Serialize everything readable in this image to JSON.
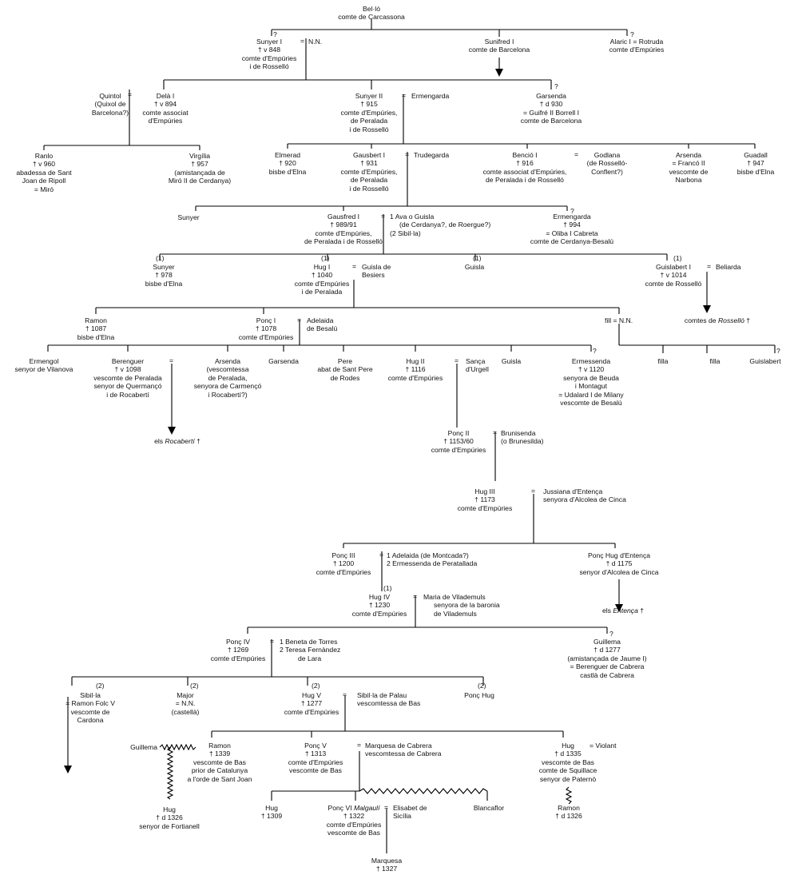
{
  "people": {
    "bello": [
      "Bel·ló",
      "comte de Carcassona"
    ],
    "sunyer1": [
      "Sunyer I",
      "† v 848",
      "comte d'Empúries",
      "i de Rosselló"
    ],
    "nn1": [
      "N.N."
    ],
    "sunifred1": [
      "Sunifred I",
      "comte de Barcelona"
    ],
    "alaric1": [
      "Alaric I = Rotruda",
      "comte d'Empúries"
    ],
    "quintol": [
      "Quintol",
      "(Quixol de",
      "Barcelona?)"
    ],
    "dela1": [
      "Delà I",
      "† v 894",
      "comte associat",
      "d'Empúries"
    ],
    "sunyer2": [
      "Sunyer II",
      "† 915",
      "comte d'Empúries,",
      "de Peralada",
      "i de Rosselló"
    ],
    "ermengarda1": [
      "Ermengarda"
    ],
    "garsenda1": [
      "Garsenda",
      "† d 930",
      "= Guifré II Borrell I",
      "comte de Barcelona"
    ],
    "ranlo": [
      "Ranlo",
      "† v 960",
      "abadessa de Sant",
      "Joan de Ripoll",
      "= Miró"
    ],
    "virgilia": [
      "Virgília",
      "† 957",
      "(amistançada de",
      "Miró II de Cerdanya)"
    ],
    "elmerad": [
      "Elmerad",
      "† 920",
      "bisbe d'Elna"
    ],
    "gausbert1": [
      "Gausbert I",
      "† 931",
      "comte d'Empúries,",
      "de Peralada",
      "i de Rosselló"
    ],
    "trudegarda": [
      "Trudegarda"
    ],
    "bencio1": [
      "Benció I",
      "† 916",
      "comte associat d'Empúries,",
      "de Peralada i de Rosselló"
    ],
    "godlana": [
      "Godlana",
      "(de Rosselló-",
      "Conflent?)"
    ],
    "arsenda1": [
      "Arsenda",
      "= Francó II",
      "vescomte de",
      "Narbona"
    ],
    "guadall": [
      "Guadall",
      "† 947",
      "bisbe d'Elna"
    ],
    "sunyer3": [
      "Sunyer"
    ],
    "gausfred1": [
      "Gausfred I",
      "† 989/91",
      "comte d'Empúries,",
      "de Peralada i de Rosselló"
    ],
    "ava": [
      "1 Ava o Guisla",
      "(de Cerdanya?, de Roergue?)",
      "(2 Sibil·la)"
    ],
    "ermengarda2": [
      "Ermengarda",
      "† 994",
      "= Oliba I Cabreta",
      "comte de Cerdanya-Besalú"
    ],
    "sunyer4": [
      "Sunyer",
      "† 978",
      "bisbe d'Elna"
    ],
    "hug1": [
      "Hug I",
      "† 1040",
      "comte d'Empúries",
      "i de Peralada"
    ],
    "guisla_besiers": [
      "Guisla de",
      "Besiers"
    ],
    "guisla1": [
      "Guisla"
    ],
    "guislabert1": [
      "Guislabert I",
      "† v 1014",
      "comte de Rosselló"
    ],
    "beliarda": [
      "Beliarda"
    ],
    "comtes_rossello": "comtes de <i>Rosselló</i> †",
    "ramon1": [
      "Ramon",
      "† 1087",
      "bisbe d'Elna"
    ],
    "ponc1": [
      "Ponç I",
      "† 1078",
      "comte d'Empúries"
    ],
    "adelaida_besalu": [
      "Adelaida",
      "de Besalú"
    ],
    "fill": [
      "fill = N.N."
    ],
    "ermengol": [
      "Ermengol",
      "senyor de Vilanova"
    ],
    "berenguer1": [
      "Berenguer",
      "† v 1098",
      "vescomte de Peralada",
      "senyor de Quermançó",
      "i de Rocabertí"
    ],
    "arsenda2": [
      "Arsenda",
      "(vescomtessa",
      "de Peralada,",
      "senyora de Carmençó",
      "i Rocabertí?)"
    ],
    "garsenda2": [
      "Garsenda"
    ],
    "pere": [
      "Pere",
      "abat de Sant Pere",
      "de Rodes"
    ],
    "hug2": [
      "Hug II",
      "† 1116",
      "comte d'Empúries"
    ],
    "sanca": [
      "Sança",
      "d'Urgell"
    ],
    "guisla2": [
      "Guisla"
    ],
    "ermessenda": [
      "Ermessenda",
      "† v 1120",
      "senyora de Beuda",
      "i Montagut",
      "= Udalard I de Milany",
      "vescomte de Besalú"
    ],
    "filla1": [
      "filla"
    ],
    "filla2": [
      "filla"
    ],
    "guislabert2": [
      "Guislabert"
    ],
    "rocaberti": "els <i>Rocabertí</i> †",
    "ponc2": [
      "Ponç II",
      "† 1153/60",
      "comte d'Empúries"
    ],
    "brunisenda": [
      "Brunisenda",
      "(o Brunesilda)"
    ],
    "hug3": [
      "Hug III",
      "† 1173",
      "comte d'Empúries"
    ],
    "jussiana": [
      "Jussiana d'Entença",
      "senyora d'Alcolea de Cinca"
    ],
    "ponc3": [
      "Ponç III",
      "† 1200",
      "comte d'Empúries"
    ],
    "adelaida_montcada": [
      "1 Adelaida (de Montcada?)",
      "2 Ermessenda de Peratallada"
    ],
    "ponchug_entenca": [
      "Ponç Hug d'Entença",
      "† d 1175",
      "senyor d'Alcolea de Cinca"
    ],
    "entenca": "els <i>Entença</i> †",
    "hug4": [
      "Hug IV",
      "† 1230",
      "comte d'Empúries"
    ],
    "maria": [
      "Maria de Vilademuls",
      "senyora de la baronia",
      "de Vilademuls"
    ],
    "ponc4": [
      "Ponç IV",
      "† 1269",
      "comte d'Empúries"
    ],
    "beneta": [
      "1 Beneta de Torres",
      "2 Teresa Fernàndez",
      "de Lara"
    ],
    "guillema1": [
      "Guillema",
      "† d 1277",
      "(amistançada de Jaume I)",
      "= Berenguer de Cabrera",
      "castlà de Cabrera"
    ],
    "sibilla": [
      "Sibil·la",
      "= Ramon Folc V",
      "vescomte de",
      "Cardona"
    ],
    "major": [
      "Major",
      "= N.N.",
      "(castellà)"
    ],
    "hug5": [
      "Hug V",
      "† 1277",
      "comte d'Empúries"
    ],
    "sibilla_palau": [
      "Sibil·la de Palau",
      "vescomtessa de Bas"
    ],
    "ponchug": [
      "Ponç Hug"
    ],
    "guillema2": [
      "Guillema"
    ],
    "ramon2": [
      "Ramon",
      "† 1339",
      "vescomte de Bas",
      "prior de Catalunya",
      "a l'orde de Sant Joan"
    ],
    "ponc5": [
      "Ponç V",
      "† 1313",
      "comte d'Empúries",
      "vescomte de Bas"
    ],
    "marquesa_cabrera": [
      "Marquesa de Cabrera",
      "vescomtessa de Cabrera"
    ],
    "hug_bas": [
      "Hug",
      "† d 1335",
      "vescomte de Bas",
      "comte de Squillace",
      "senyor de Paternò"
    ],
    "violant": [
      "= Violant"
    ],
    "hug_fortianell": [
      "Hug",
      "† d 1326",
      "senyor de Fortianell"
    ],
    "hug6": [
      "Hug",
      "† 1309"
    ],
    "ponc6": [
      "Ponç VI <i>Malgaulí</i>",
      "† 1322",
      "comte d'Empúries",
      "vescomte de Bas"
    ],
    "elisabet": [
      "Elisabet de",
      "Sicília"
    ],
    "blancaflor": [
      "Blancaflor"
    ],
    "ramon3": [
      "Ramon",
      "† d 1326"
    ],
    "marquesa": [
      "Marquesa",
      "† 1327"
    ]
  },
  "symbols": {
    "q": "?",
    "marr": "=",
    "one": "(1)",
    "two": "(2)"
  }
}
